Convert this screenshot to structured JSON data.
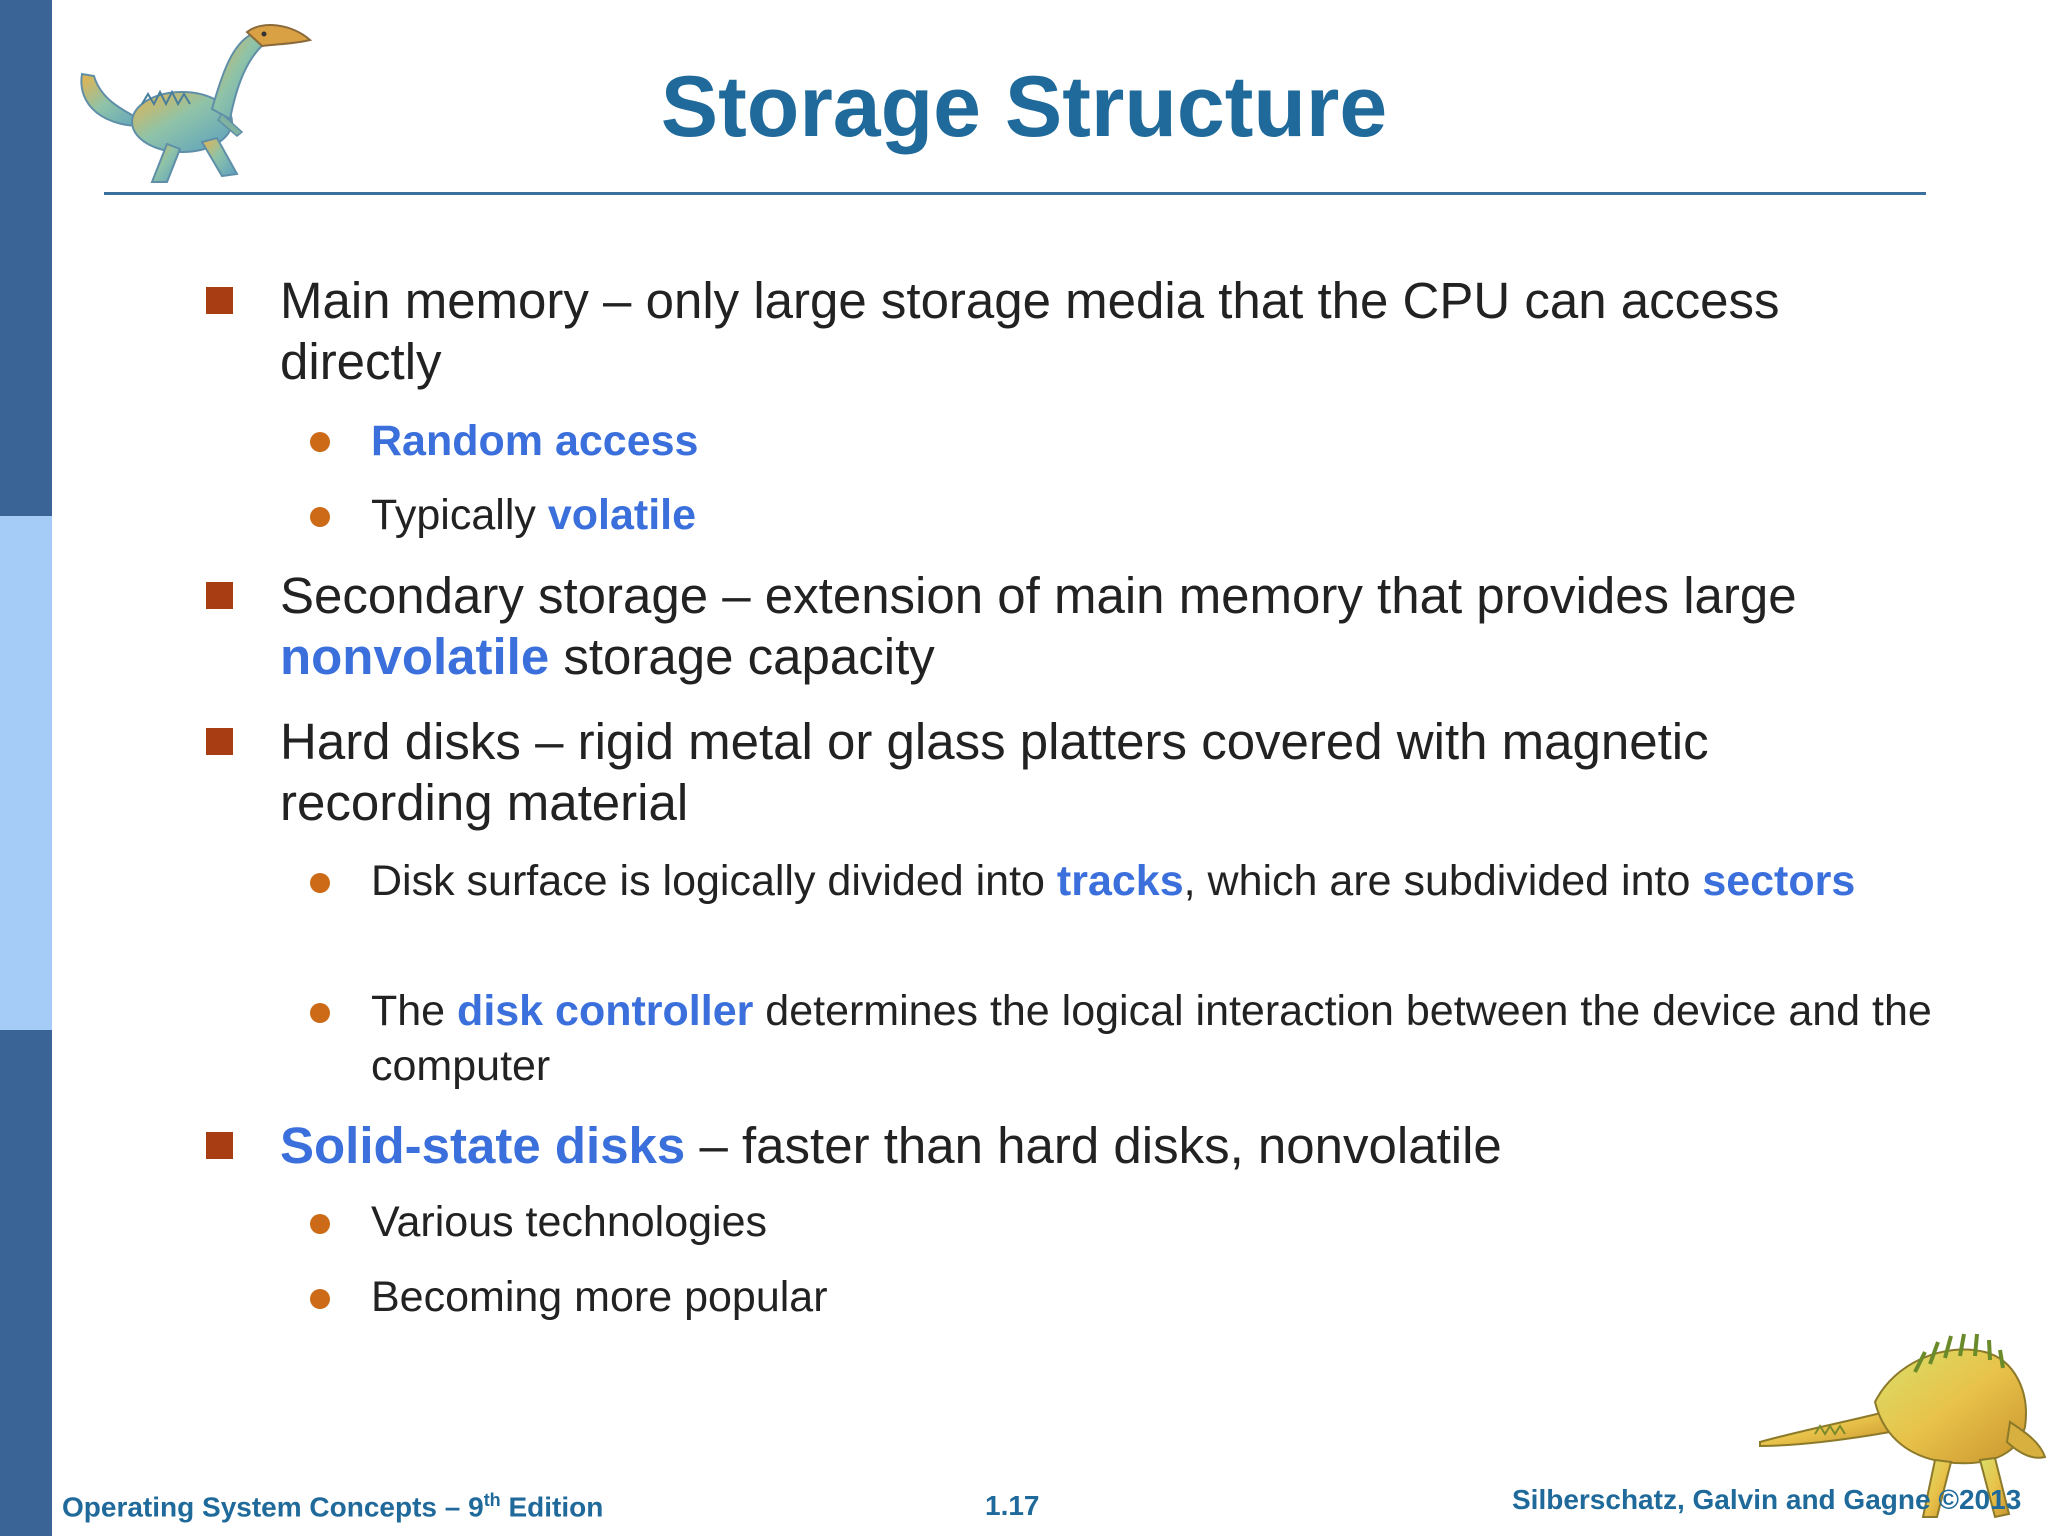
{
  "title": "Storage Structure",
  "bullets": [
    {
      "pre": "Main memory – only large storage media that the CPU can access directly",
      "subs": [
        {
          "em": "Random access"
        },
        {
          "pre": "Typically ",
          "em": "volatile"
        }
      ]
    },
    {
      "pre": "Secondary storage – extension of main memory that provides large ",
      "em": "nonvolatile",
      "post": " storage capacity"
    },
    {
      "pre": "Hard disks – rigid metal or glass platters covered with magnetic recording material",
      "subs": [
        {
          "pre": "Disk surface is logically divided into ",
          "em": "tracks",
          "mid": ", which are subdivided into ",
          "em2": "sectors"
        },
        {
          "pre": "The ",
          "em": "disk controller",
          "post": " determines the logical interaction between the device and the computer"
        }
      ]
    },
    {
      "em": "Solid-state disks",
      "post": " – faster than hard disks, nonvolatile",
      "subs": [
        {
          "pre": "Various technologies"
        },
        {
          "pre": "Becoming more popular"
        }
      ]
    }
  ],
  "footer": {
    "left_prefix": "Operating System Concepts – 9",
    "left_sup": "th",
    "left_suffix": " Edition",
    "center": "1.17",
    "right": "Silberschatz, Galvin and Gagne ©2013"
  },
  "colors": {
    "title": "#1f6a9a",
    "highlight": "#3a6fdc",
    "bullet_square": "#a83c12",
    "bullet_dot": "#cc6a17",
    "sidebar_dark": "#3a6496",
    "sidebar_light": "#a5ccf7"
  },
  "icons": [
    "dinosaur-logo-icon",
    "dinosaur-corner-icon"
  ]
}
